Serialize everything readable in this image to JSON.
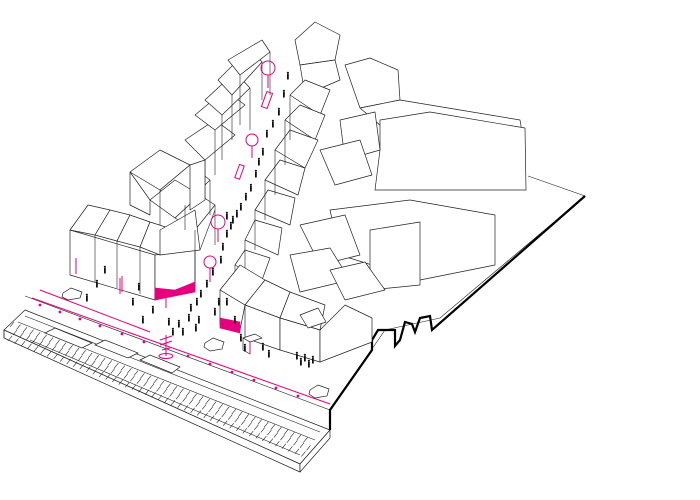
{
  "drawing": {
    "kind": "axonometric-urban-street-diagram",
    "colors": {
      "background": "#ffffff",
      "line": "#222222",
      "outline": "#000000",
      "accent": "#e6007e"
    },
    "layers": {
      "buildings": "black-line-blocks",
      "trees": "magenta-outline",
      "shopfronts": "magenta-fill",
      "people": "black-figures",
      "cars": "outline-cars",
      "tram": "outline-tram",
      "paving": "hatched-strip"
    }
  }
}
